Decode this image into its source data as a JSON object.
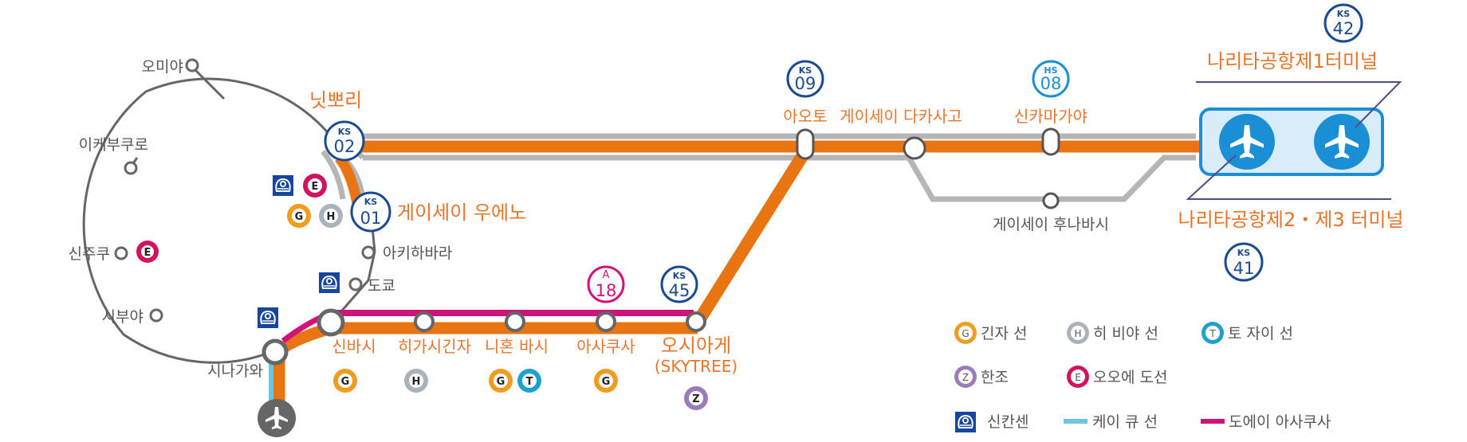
{
  "map": {
    "colors": {
      "keisei": "#e87511",
      "jr": "#b5b5b5",
      "ring": "#666666",
      "ks_code": "#1a4a92",
      "hs_code": "#1b8fd6",
      "a_code": "#d0127a",
      "ginza": "#f09c1e",
      "hibiya": "#a8b3bb",
      "tozai": "#1ea0d0",
      "hanzomon": "#9b7cb8",
      "oedo": "#d0125f",
      "keikyu": "#6cc6e0",
      "asakusa_line": "#d0127a",
      "shinkansen": "#17469e",
      "airport": "#1b8fd6"
    },
    "ring_stations": [
      {
        "name": "오미야"
      },
      {
        "name": "이케부쿠로"
      },
      {
        "name": "신주쿠",
        "badges": [
          "E"
        ]
      },
      {
        "name": "시부야"
      },
      {
        "name": "시나가와"
      },
      {
        "name": "도쿄"
      },
      {
        "name": "아키하바라"
      }
    ],
    "keisei_stations": [
      {
        "name": "닛뽀리",
        "code_prefix": "KS",
        "code_num": "02"
      },
      {
        "name": "게이세이 우에노",
        "code_prefix": "KS",
        "code_num": "01",
        "badges": [
          "G",
          "H",
          "E"
        ]
      },
      {
        "name": "아오토",
        "code_prefix": "KS",
        "code_num": "09"
      },
      {
        "name": "게이세이 다카사고"
      },
      {
        "name": "신카마가야",
        "code_prefix": "HS",
        "code_num": "08"
      },
      {
        "name": "게이세이 후나바시"
      },
      {
        "name": "나리타공항제1터미널",
        "code_prefix": "KS",
        "code_num": "42"
      },
      {
        "name": "나리타공항제2・제3 터미널",
        "code_prefix": "KS",
        "code_num": "41"
      }
    ],
    "asakusa_stations": [
      {
        "name": "신바시",
        "badges": [
          "G"
        ]
      },
      {
        "name": "히가시긴자",
        "badges": [
          "H"
        ]
      },
      {
        "name": "니혼 바시",
        "badges": [
          "G",
          "T"
        ]
      },
      {
        "name": "아사쿠사",
        "code_prefix": "A",
        "code_num": "18",
        "badges": [
          "G"
        ]
      },
      {
        "name": "오시아게",
        "sub": "(SKYTREE)",
        "code_prefix": "KS",
        "code_num": "45",
        "badges": [
          "Z"
        ]
      }
    ]
  },
  "legend": {
    "items": [
      {
        "badge": "G",
        "label": "긴자 선"
      },
      {
        "badge": "H",
        "label": "히 비야 선"
      },
      {
        "badge": "T",
        "label": "토 자이 선"
      },
      {
        "badge": "Z",
        "label": "한조"
      },
      {
        "badge": "E",
        "label": "오오에 도선"
      },
      {
        "icon": "shinkansen-icon",
        "label": "신칸센"
      },
      {
        "icon": "keikyu-line-swatch",
        "label": "케이 큐 선"
      },
      {
        "icon": "asakusa-line-swatch",
        "label": "도에이 아사쿠사"
      }
    ]
  }
}
